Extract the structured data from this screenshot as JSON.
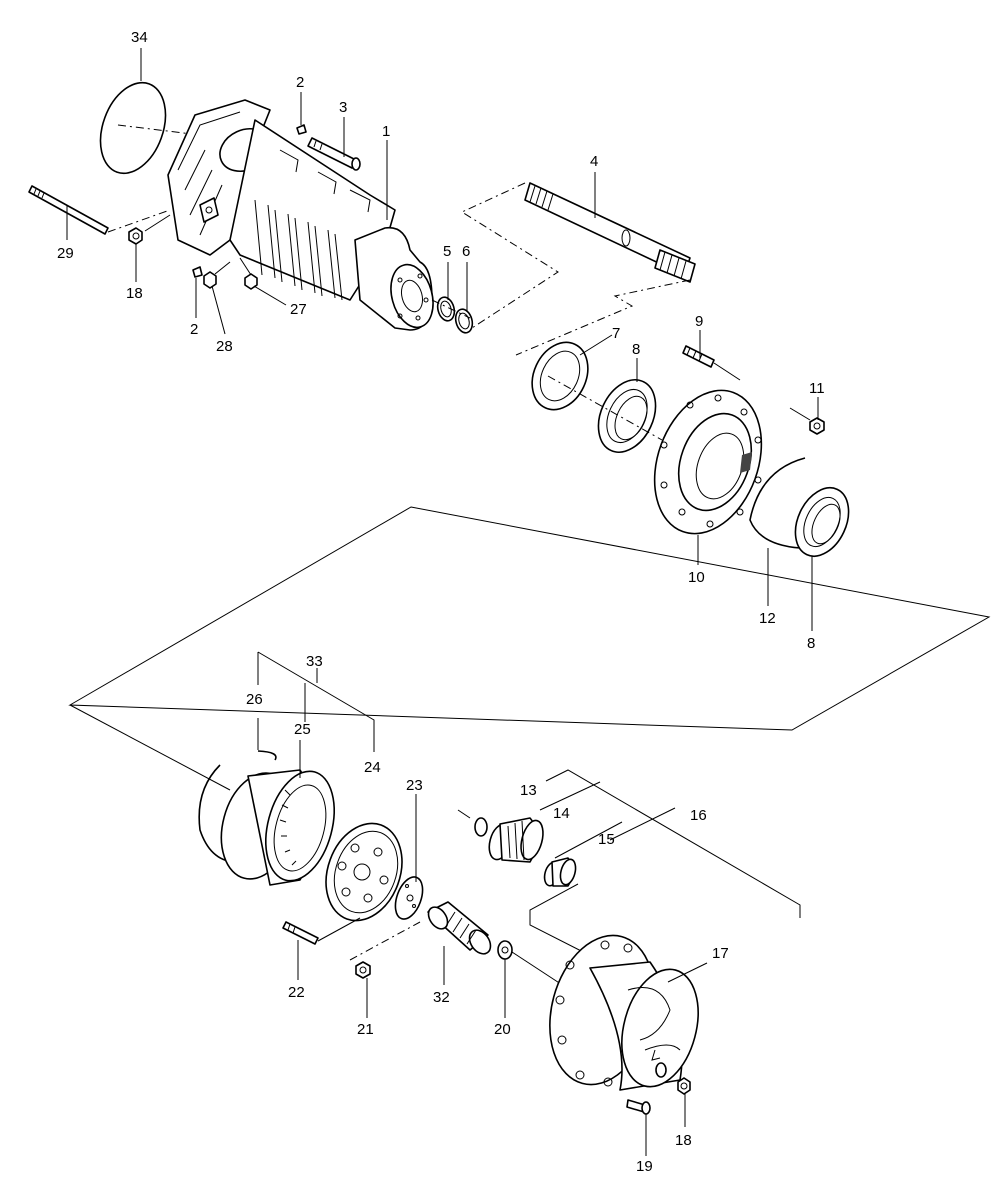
{
  "callouts": {
    "c1": "1",
    "c2a": "2",
    "c2b": "2",
    "c3": "3",
    "c4": "4",
    "c5": "5",
    "c6": "6",
    "c7": "7",
    "c8a": "8",
    "c8b": "8",
    "c9": "9",
    "c10": "10",
    "c11": "11",
    "c12": "12",
    "c13": "13",
    "c14": "14",
    "c15": "15",
    "c16": "16",
    "c17": "17",
    "c18a": "18",
    "c18b": "18",
    "c19": "19",
    "c20": "20",
    "c21": "21",
    "c22": "22",
    "c23": "23",
    "c24": "24",
    "c25": "25",
    "c26": "26",
    "c27": "27",
    "c28": "28",
    "c29": "29",
    "c32": "32",
    "c33": "33",
    "c34": "34"
  }
}
